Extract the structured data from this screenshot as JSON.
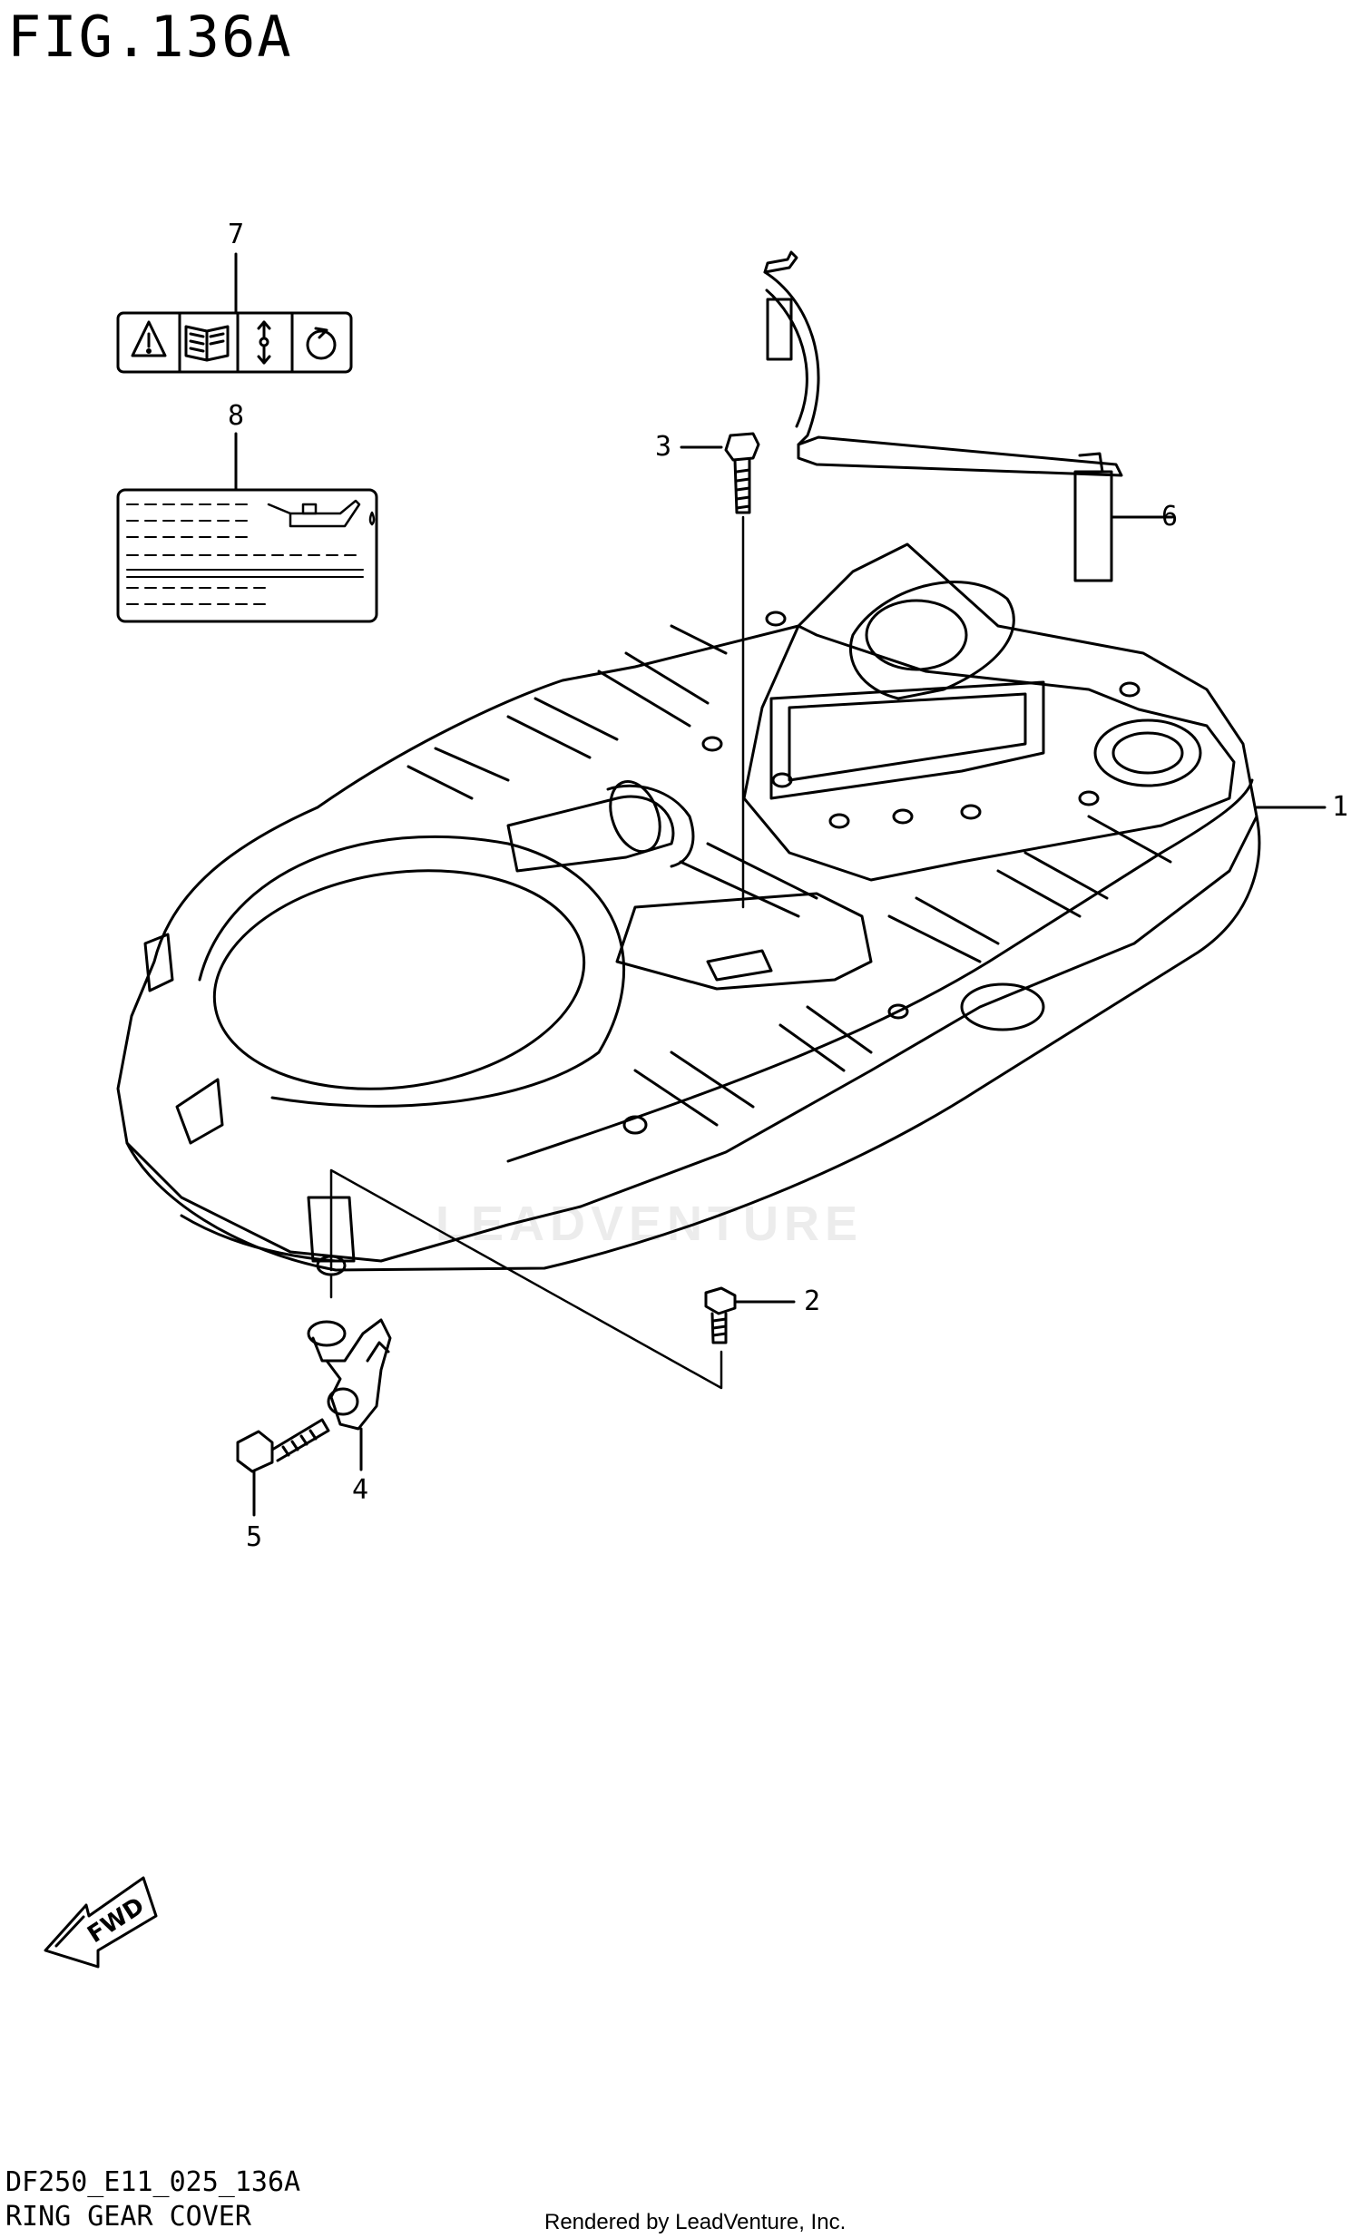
{
  "figure_title": "FIG.136A",
  "diagram_code": "DF250_E11_025_136A",
  "diagram_name": "RING GEAR COVER",
  "render_credit": "Rendered by LeadVenture, Inc.",
  "watermark_text": "LEADVENTURE",
  "fwd_label": "FWD",
  "callouts": [
    "1",
    "2",
    "3",
    "4",
    "5",
    "6",
    "7",
    "8"
  ],
  "icons": {
    "part_7_label": [
      "warning-triangle-icon",
      "manual-book-icon",
      "up-down-arrow-icon",
      "rotate-icon"
    ],
    "part_8_label": "oil-can-icon",
    "direction": "fwd-arrow-icon"
  },
  "colors": {
    "line": "#000000",
    "background": "#ffffff",
    "watermark": "#ececec"
  }
}
